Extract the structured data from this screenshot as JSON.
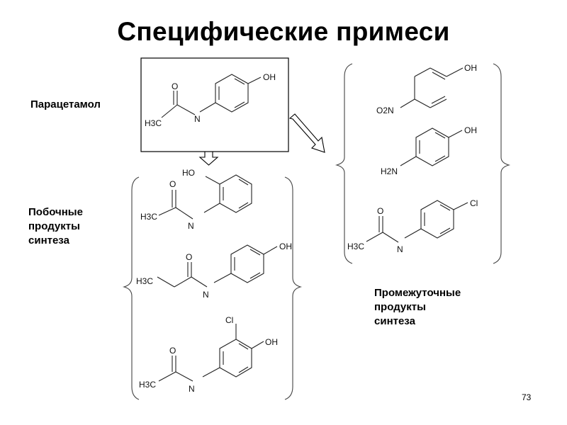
{
  "slide": {
    "title": "Специфические примеси",
    "page_number": "73"
  },
  "labels": {
    "paracetamol": "Парацетамол",
    "side_products": [
      "Побочные",
      "продукты",
      "синтеза"
    ],
    "intermediates": [
      "Промежуточные",
      "продукты",
      "синтеза"
    ]
  },
  "structures": {
    "paracetamol": {
      "oh": "OH",
      "o": "O",
      "nh": "N",
      "h3c": "H3C"
    },
    "side_1": {
      "ho": "HO",
      "o": "O",
      "nh": "N",
      "h3c": "H3C"
    },
    "side_2": {
      "oh": "OH",
      "o": "O",
      "nh": "N",
      "h3c": "H3C"
    },
    "side_3": {
      "cl": "Cl",
      "oh": "OH",
      "o": "O",
      "nh": "N",
      "h3c": "H3C"
    },
    "inter_1": {
      "oh": "OH",
      "o2n": "O2N"
    },
    "inter_2": {
      "oh": "OH",
      "h2n": "H2N"
    },
    "inter_3": {
      "cl": "Cl",
      "o": "O",
      "nh": "N",
      "h3c": "H3C"
    }
  }
}
